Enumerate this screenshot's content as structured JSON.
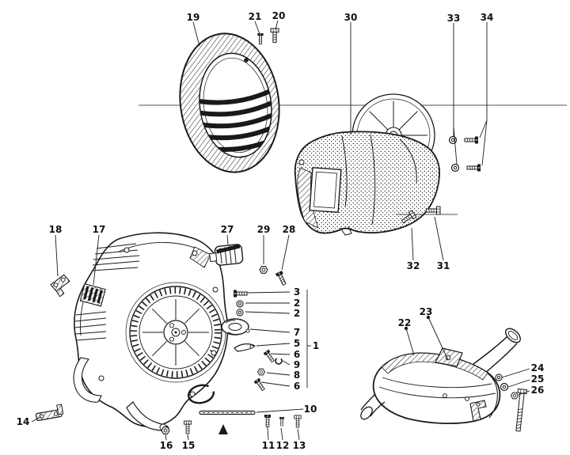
{
  "figure": {
    "kind": "exploded parts diagram",
    "background_color": "#ffffff",
    "ink_color": "#1a1a1a"
  },
  "callouts": [
    {
      "id": "19",
      "label": "19"
    },
    {
      "id": "21",
      "label": "21"
    },
    {
      "id": "20",
      "label": "20"
    },
    {
      "id": "30",
      "label": "30"
    },
    {
      "id": "33",
      "label": "33"
    },
    {
      "id": "34",
      "label": "34"
    },
    {
      "id": "18",
      "label": "18"
    },
    {
      "id": "17",
      "label": "17"
    },
    {
      "id": "27",
      "label": "27"
    },
    {
      "id": "29",
      "label": "29"
    },
    {
      "id": "28",
      "label": "28"
    },
    {
      "id": "32",
      "label": "32"
    },
    {
      "id": "31",
      "label": "31"
    },
    {
      "id": "3",
      "label": "3"
    },
    {
      "id": "2a",
      "label": "2"
    },
    {
      "id": "2b",
      "label": "2"
    },
    {
      "id": "7",
      "label": "7"
    },
    {
      "id": "5",
      "label": "5"
    },
    {
      "id": "1",
      "label": "1"
    },
    {
      "id": "6a",
      "label": "6"
    },
    {
      "id": "9",
      "label": "9"
    },
    {
      "id": "8",
      "label": "8"
    },
    {
      "id": "6b",
      "label": "6"
    },
    {
      "id": "10",
      "label": "10"
    },
    {
      "id": "14",
      "label": "14"
    },
    {
      "id": "16",
      "label": "16"
    },
    {
      "id": "15",
      "label": "15"
    },
    {
      "id": "11",
      "label": "11"
    },
    {
      "id": "12",
      "label": "12"
    },
    {
      "id": "13",
      "label": "13"
    },
    {
      "id": "23",
      "label": "23"
    },
    {
      "id": "22",
      "label": "22"
    },
    {
      "id": "24",
      "label": "24"
    },
    {
      "id": "25",
      "label": "25"
    },
    {
      "id": "26",
      "label": "26"
    }
  ]
}
